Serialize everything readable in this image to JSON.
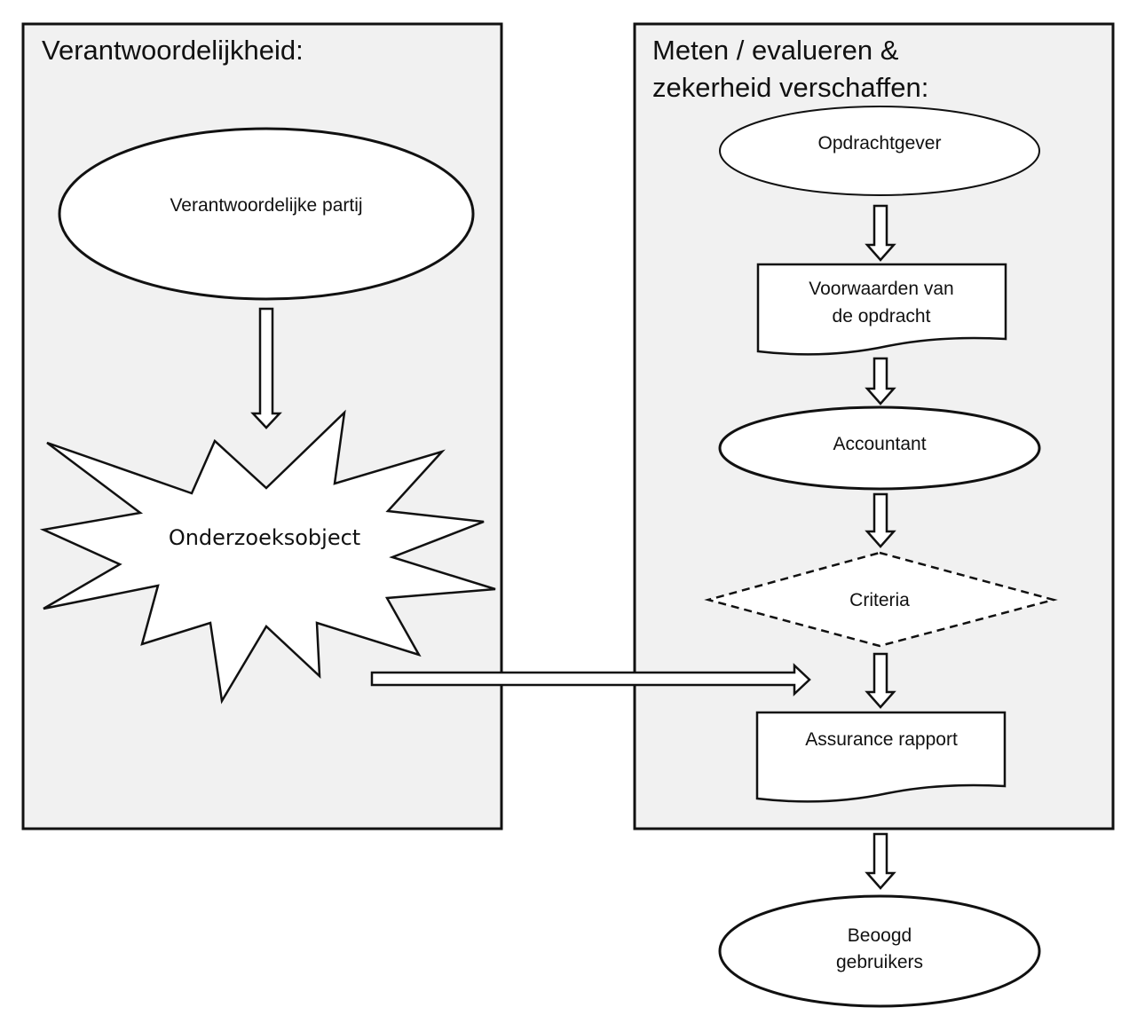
{
  "panels": {
    "left": {
      "title": "Verantwoordelijkheid:"
    },
    "right": {
      "title_line1": "Meten / evalueren &",
      "title_line2": "zekerheid verschaffen:"
    }
  },
  "nodes": {
    "responsible_party": "Verantwoordelijke partij",
    "subject_matter": "Onderzoeksobject",
    "engaging_party": "Opdrachtgever",
    "terms_line1": "Voorwaarden van",
    "terms_line2": "de opdracht",
    "accountant": "Accountant",
    "criteria": "Criteria",
    "assurance_report": "Assurance rapport",
    "intended_users_line1": "Beoogd",
    "intended_users_line2": "gebruikers"
  },
  "colors": {
    "panel_fill": "#f1f1f1",
    "stroke": "#111111",
    "shape_fill": "#ffffff"
  }
}
